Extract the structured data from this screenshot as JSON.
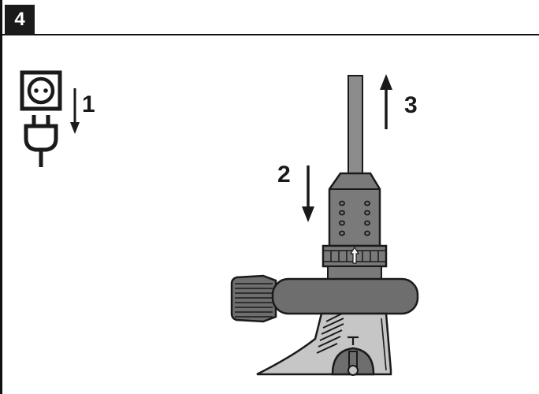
{
  "step": {
    "number": "4"
  },
  "callouts": {
    "one": "1",
    "two": "2",
    "three": "3"
  },
  "icons": {
    "socket": "power-socket-icon",
    "plug": "power-plug-icon"
  },
  "colors": {
    "ink": "#1a1a1a",
    "body_gray": "#6e6e6e",
    "light_gray": "#b9b9b9",
    "mid_gray": "#8c8c8c"
  }
}
